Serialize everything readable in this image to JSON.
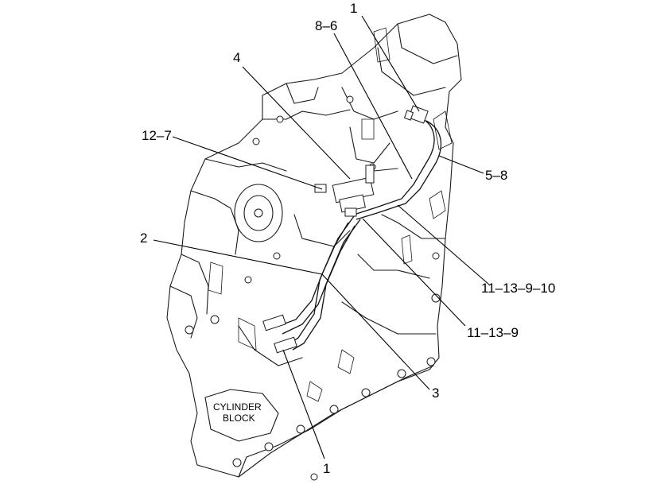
{
  "callouts": {
    "c1_top": "1",
    "c86": "8–6",
    "c4": "4",
    "c127": "12–7",
    "c58": "5–8",
    "c2": "2",
    "c1113910": "11–13–9–10",
    "c11139": "11–13–9",
    "c3": "3",
    "c1_bottom": "1"
  },
  "block_label": {
    "line1": "CYLINDER",
    "line2": "BLOCK"
  }
}
